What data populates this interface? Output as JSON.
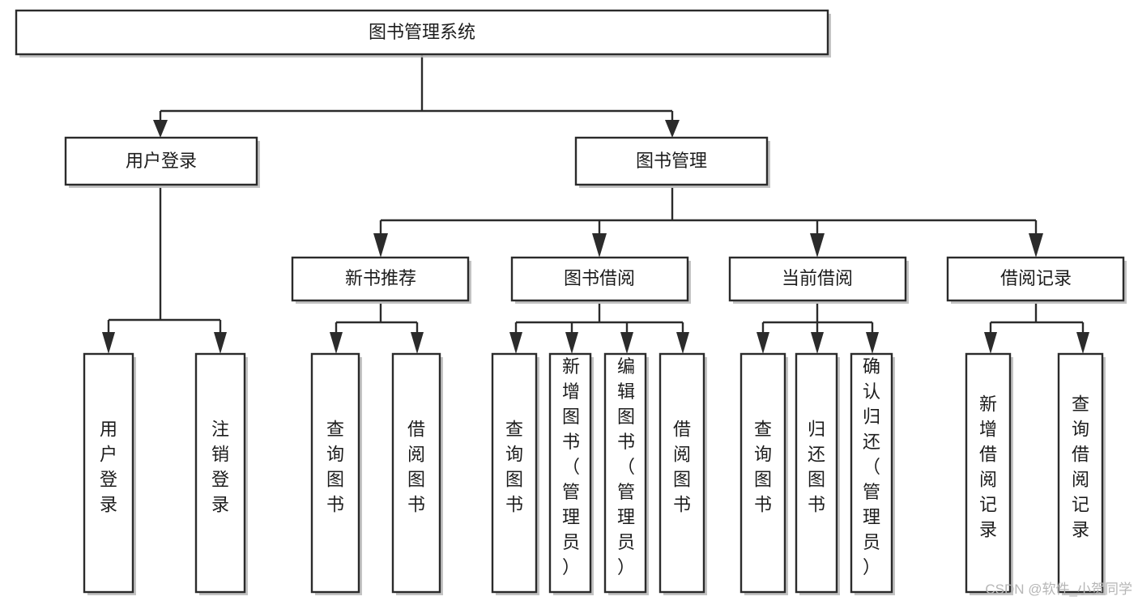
{
  "diagram": {
    "title": "图书管理系统",
    "type": "tree",
    "orientation": "top-down",
    "colors": {
      "box_stroke": "#2b2b2b",
      "box_fill": "#ffffff",
      "connector": "#2b2b2b",
      "text": "#1c1c1c",
      "watermark": "#b6b6b6",
      "background": "#ffffff"
    },
    "levels": {
      "root": "图书管理系统",
      "level2": [
        "用户登录",
        "图书管理"
      ],
      "level3": [
        "新书推荐",
        "图书借阅",
        "当前借阅",
        "借阅记录"
      ]
    },
    "nodes": {
      "root": {
        "label": "图书管理系统",
        "orientation": "horizontal"
      },
      "user_login": {
        "label": "用户登录",
        "orientation": "horizontal"
      },
      "book_manage": {
        "label": "图书管理",
        "orientation": "horizontal"
      },
      "new_book_rec": {
        "label": "新书推荐",
        "orientation": "horizontal"
      },
      "book_borrow": {
        "label": "图书借阅",
        "orientation": "horizontal"
      },
      "current_borrow": {
        "label": "当前借阅",
        "orientation": "horizontal"
      },
      "borrow_record": {
        "label": "借阅记录",
        "orientation": "horizontal"
      },
      "leaf_user_login": {
        "label": "用户登录",
        "orientation": "vertical"
      },
      "leaf_user_logout": {
        "label": "注销登录",
        "orientation": "vertical"
      },
      "leaf_query_book_1": {
        "label": "查询图书",
        "orientation": "vertical"
      },
      "leaf_borrow_book_1": {
        "label": "借阅图书",
        "orientation": "vertical"
      },
      "leaf_query_book_2": {
        "label": "查询图书",
        "orientation": "vertical"
      },
      "leaf_add_book": {
        "label": "新增图书（管理员）",
        "orientation": "vertical"
      },
      "leaf_edit_book": {
        "label": "编辑图书（管理员）",
        "orientation": "vertical"
      },
      "leaf_borrow_book_2": {
        "label": "借阅图书",
        "orientation": "vertical"
      },
      "leaf_query_book_3": {
        "label": "查询图书",
        "orientation": "vertical"
      },
      "leaf_return_book": {
        "label": "归还图书",
        "orientation": "vertical"
      },
      "leaf_confirm_return": {
        "label": "确认归还（管理员）",
        "orientation": "vertical"
      },
      "leaf_add_record": {
        "label": "新增借阅记录",
        "orientation": "vertical"
      },
      "leaf_query_record": {
        "label": "查询借阅记录",
        "orientation": "vertical"
      }
    },
    "edges": [
      {
        "from": "图书管理系统",
        "to": "用户登录"
      },
      {
        "from": "图书管理系统",
        "to": "图书管理"
      },
      {
        "from": "用户登录",
        "to": "用户登录"
      },
      {
        "from": "用户登录",
        "to": "注销登录"
      },
      {
        "from": "图书管理",
        "to": "新书推荐"
      },
      {
        "from": "图书管理",
        "to": "图书借阅"
      },
      {
        "from": "图书管理",
        "to": "当前借阅"
      },
      {
        "from": "图书管理",
        "to": "借阅记录"
      },
      {
        "from": "新书推荐",
        "to": "查询图书"
      },
      {
        "from": "新书推荐",
        "to": "借阅图书"
      },
      {
        "from": "图书借阅",
        "to": "查询图书"
      },
      {
        "from": "图书借阅",
        "to": "新增图书（管理员）"
      },
      {
        "from": "图书借阅",
        "to": "编辑图书（管理员）"
      },
      {
        "from": "图书借阅",
        "to": "借阅图书"
      },
      {
        "from": "当前借阅",
        "to": "查询图书"
      },
      {
        "from": "当前借阅",
        "to": "归还图书"
      },
      {
        "from": "当前借阅",
        "to": "确认归还（管理员）"
      },
      {
        "from": "借阅记录",
        "to": "新增借阅记录"
      },
      {
        "from": "借阅记录",
        "to": "查询借阅记录"
      }
    ]
  },
  "watermark": {
    "text": "CSDN @软件_小贺同学"
  }
}
